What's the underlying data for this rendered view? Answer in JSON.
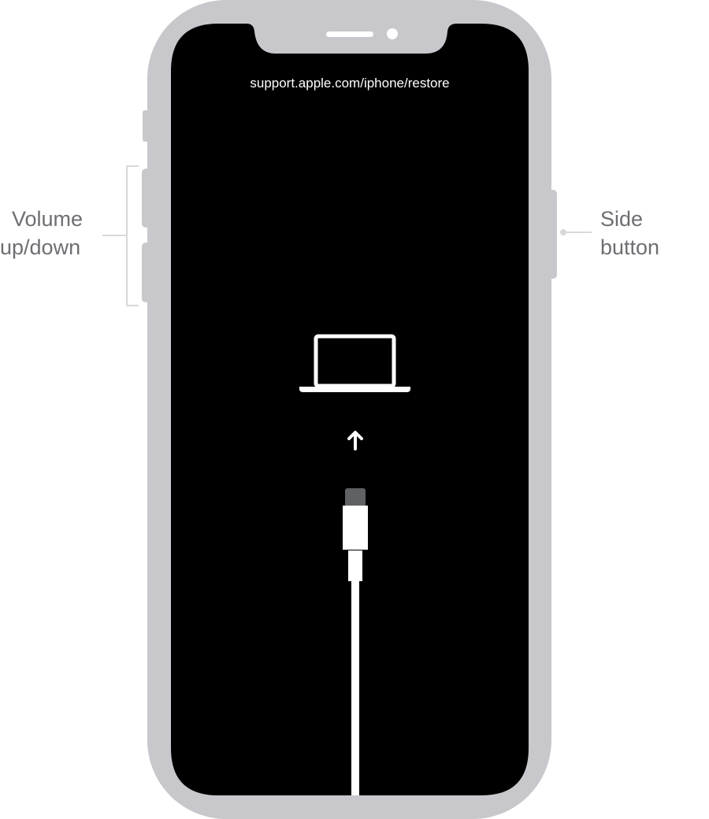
{
  "screen": {
    "url_text": "support.apple.com/iphone/restore"
  },
  "labels": {
    "volume_line1": "Volume",
    "volume_line2": "up/down",
    "side_line1": "Side",
    "side_line2": "button"
  },
  "colors": {
    "frame": "#c7c7cc",
    "screen": "#000000",
    "label": "#6e6e73",
    "connector_tip": "#5f6163"
  }
}
